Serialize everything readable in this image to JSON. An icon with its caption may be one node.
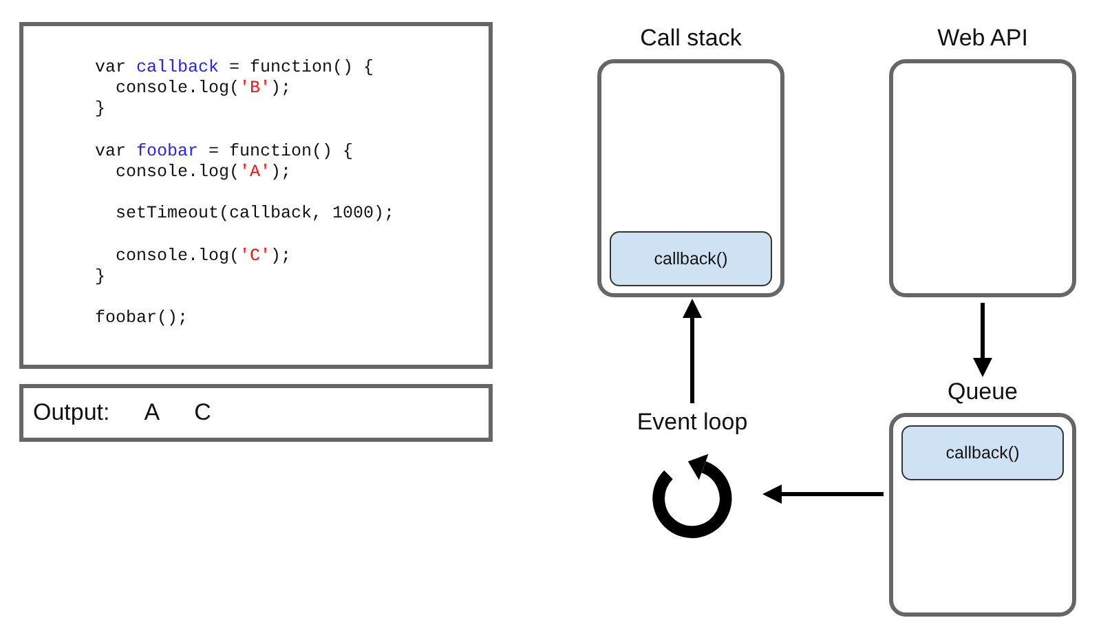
{
  "diagram": {
    "nodes": [
      {
        "text": [
          "var callback = function() {",
          "console.log('B');",
          "}",
          "var foobar = function() {",
          "console.log('A');",
          "setTimeout(callback, 1000);",
          "console.log('C');",
          "}",
          "foobar();"
        ]
      },
      {
        "text": [
          "Output:",
          "A",
          "C"
        ]
      },
      {
        "text": [
          "Call stack"
        ]
      },
      {
        "text": [
          "callback()"
        ],
        "in": 2
      },
      {
        "text": [
          "Web API"
        ]
      },
      {
        "text": [
          "Queue"
        ]
      },
      {
        "text": [
          "callback()"
        ],
        "in": 5
      },
      {
        "text": [
          "Event loop"
        ]
      }
    ],
    "edges": [
      {
        "from": 4,
        "to": 5,
        "arrow": "to"
      },
      {
        "from": 5,
        "to": 7,
        "arrow": "to"
      },
      {
        "from": 7,
        "to": 2,
        "arrow": "to"
      }
    ]
  }
}
